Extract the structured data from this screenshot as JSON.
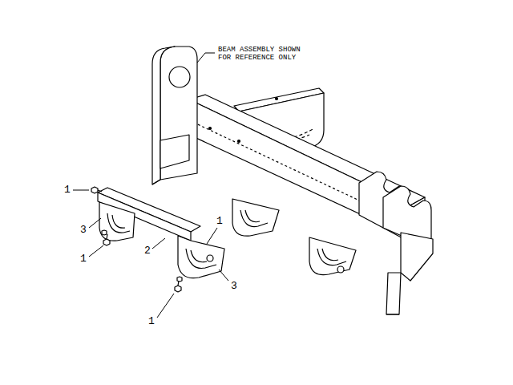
{
  "diagram": {
    "labels": [
      "BEAM ASSEMBLY SHOWN FOR REFERENCE ONLY",
      "1",
      "3",
      "1",
      "2",
      "1",
      "3",
      "1"
    ]
  }
}
